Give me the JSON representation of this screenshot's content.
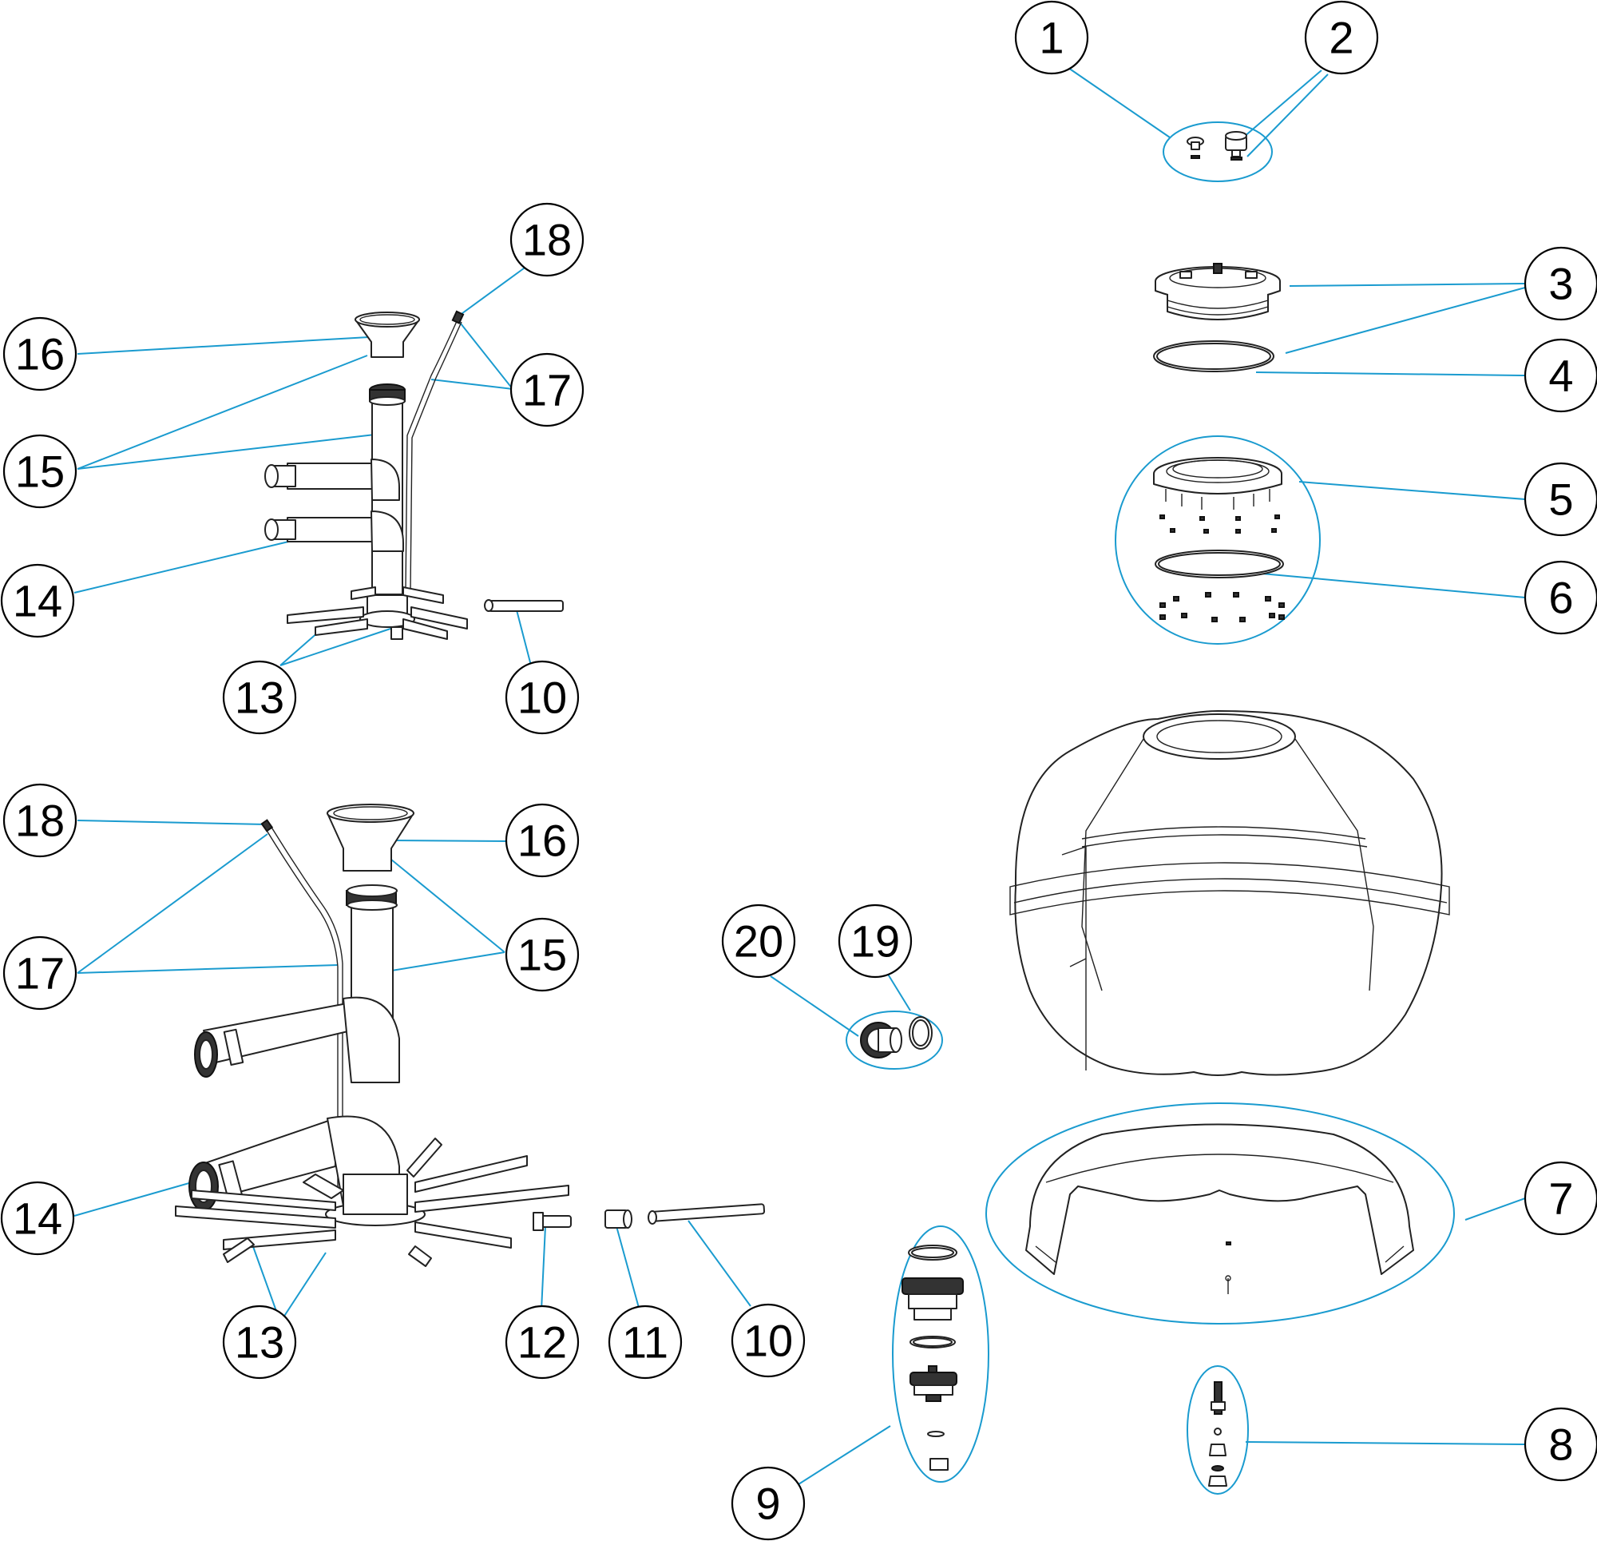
{
  "diagram": {
    "accent_color": "#1a9bcf",
    "callouts": [
      {
        "id": "c1",
        "label": "1"
      },
      {
        "id": "c2",
        "label": "2"
      },
      {
        "id": "c3",
        "label": "3"
      },
      {
        "id": "c4",
        "label": "4"
      },
      {
        "id": "c5",
        "label": "5"
      },
      {
        "id": "c6",
        "label": "6"
      },
      {
        "id": "c7",
        "label": "7"
      },
      {
        "id": "c8",
        "label": "8"
      },
      {
        "id": "c9",
        "label": "9"
      },
      {
        "id": "c10a",
        "label": "10"
      },
      {
        "id": "c10b",
        "label": "10"
      },
      {
        "id": "c11",
        "label": "11"
      },
      {
        "id": "c12",
        "label": "12"
      },
      {
        "id": "c13a",
        "label": "13"
      },
      {
        "id": "c13b",
        "label": "13"
      },
      {
        "id": "c14a",
        "label": "14"
      },
      {
        "id": "c14b",
        "label": "14"
      },
      {
        "id": "c15a",
        "label": "15"
      },
      {
        "id": "c15b",
        "label": "15"
      },
      {
        "id": "c16a",
        "label": "16"
      },
      {
        "id": "c16b",
        "label": "16"
      },
      {
        "id": "c17a",
        "label": "17"
      },
      {
        "id": "c17b",
        "label": "17"
      },
      {
        "id": "c18a",
        "label": "18"
      },
      {
        "id": "c18b",
        "label": "18"
      },
      {
        "id": "c19",
        "label": "19"
      },
      {
        "id": "c20",
        "label": "20"
      }
    ]
  }
}
